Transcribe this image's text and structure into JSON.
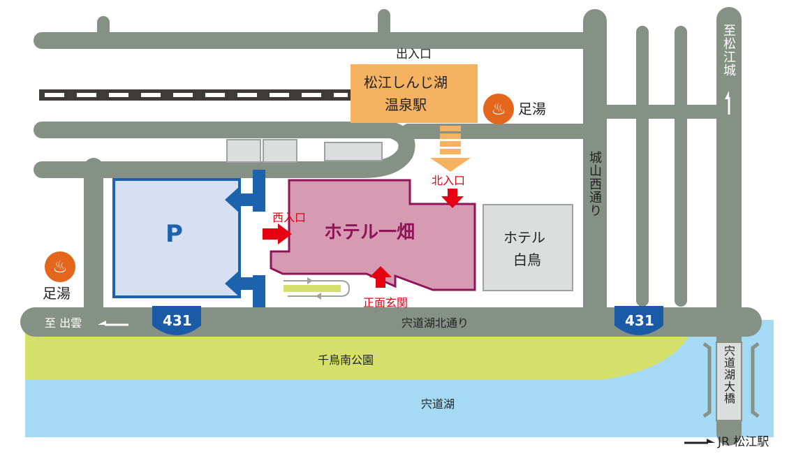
{
  "colors": {
    "road": "#869185",
    "water": "#a4daf3",
    "park": "#d4e06a",
    "station": "#f5b261",
    "hotel": "#d79ab3",
    "hotel_border": "#8f1458",
    "parking": "#d6e0f2",
    "parking_border": "#1b63ac",
    "neighbor": "#dcdddd",
    "entrance_red": "#e60012",
    "onsen_orange": "#e4651c",
    "route_badge": "#1b5aa6"
  },
  "station": {
    "exit_label": "出入口",
    "name_line1": "松江しんじ湖",
    "name_line2": "温泉駅"
  },
  "footbath": {
    "label": "足湯",
    "icon": "hot-spring-icon"
  },
  "parking": {
    "label": "P"
  },
  "hotel": {
    "name": "ホテル一畑"
  },
  "neighbor_hotel": {
    "line1": "ホテル",
    "line2": "白鳥"
  },
  "entrances": {
    "north": "北入口",
    "west": "西入口",
    "main": "正面玄関"
  },
  "roads": {
    "lake_north": "宍道湖北通り",
    "shiroyama": "城山西通り",
    "to_izumo": "至 出雲",
    "to_matsue_castle": "至松江城",
    "route_number": "431"
  },
  "areas": {
    "park": "千鳥南公園",
    "lake": "宍道湖",
    "bridge": "宍道湖大橋"
  },
  "destinations": {
    "jr_station": "JR 松江駅"
  }
}
